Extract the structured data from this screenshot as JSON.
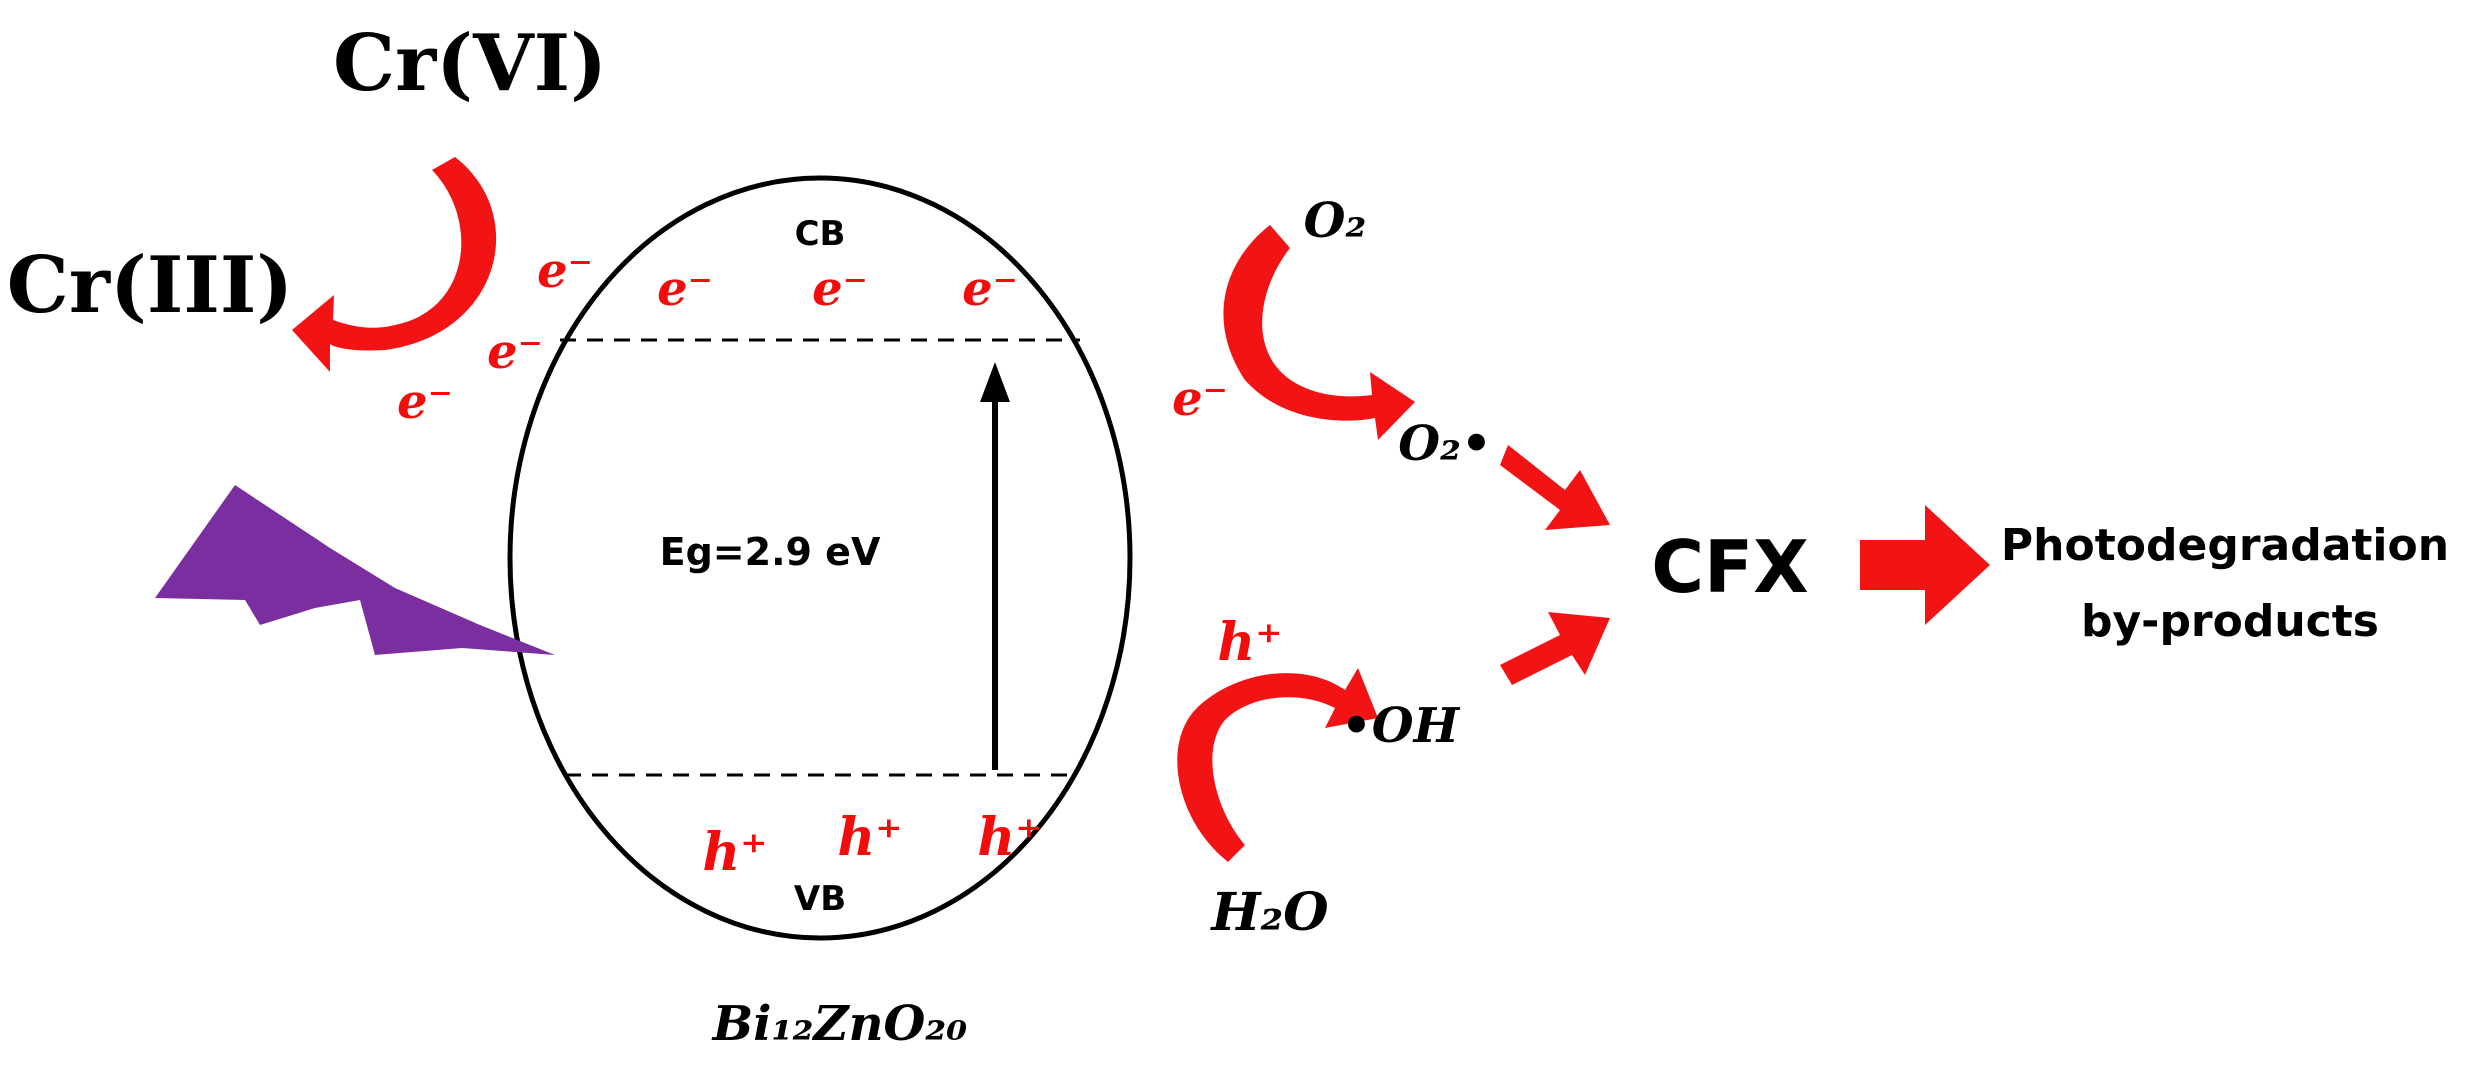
{
  "colors": {
    "carrier": "#f20d0d",
    "arrow": "#f21414",
    "light": "#7a2ea0",
    "ink": "#000000"
  },
  "reduction": {
    "reactant": "Cr(VI)",
    "product": "Cr(III)"
  },
  "semiconductor": {
    "name": "Bi₁₂ZnO₂₀",
    "conduction_band": "CB",
    "valence_band": "VB",
    "band_gap": "Eg=2.9 eV"
  },
  "carriers": {
    "electron": "e⁻",
    "hole": "h⁺"
  },
  "species": {
    "oxygen": "O₂",
    "superoxide": "O₂•",
    "water": "H₂O",
    "hydroxyl": "•OH"
  },
  "pollutant": "CFX",
  "outcome": {
    "line1": "Photodegradation",
    "line2": "by-products"
  },
  "icons": [
    "light-bolt-icon",
    "curved-arrow-icon",
    "block-arrow-icon"
  ]
}
